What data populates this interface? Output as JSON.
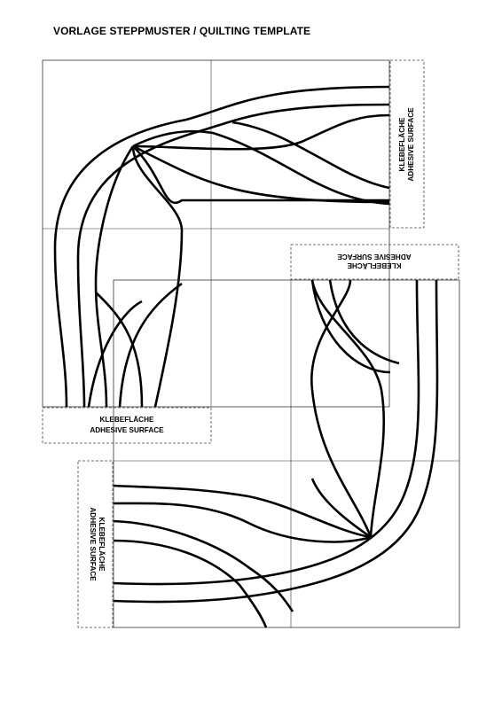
{
  "page": {
    "title": "VORLAGE STEPPMUSTER / QUILTING TEMPLATE"
  },
  "adhesive_labels": [
    {
      "line1": "KLEBEFLÄCHE",
      "line2": "ADHESIVE  SURFACE"
    },
    {
      "line1": "KLEBEFLÄCHE",
      "line2": "ADHESIVE  SURFACE"
    },
    {
      "line1": "KLEBEFLÄCHE",
      "line2": "ADHESIVE  SURFACE"
    },
    {
      "line1": "KLEBEFLÄCHE",
      "line2": "ADHESIVE SURFACE"
    }
  ],
  "colors": {
    "line": "#000000",
    "grid": "#333333",
    "background": "#ffffff"
  }
}
